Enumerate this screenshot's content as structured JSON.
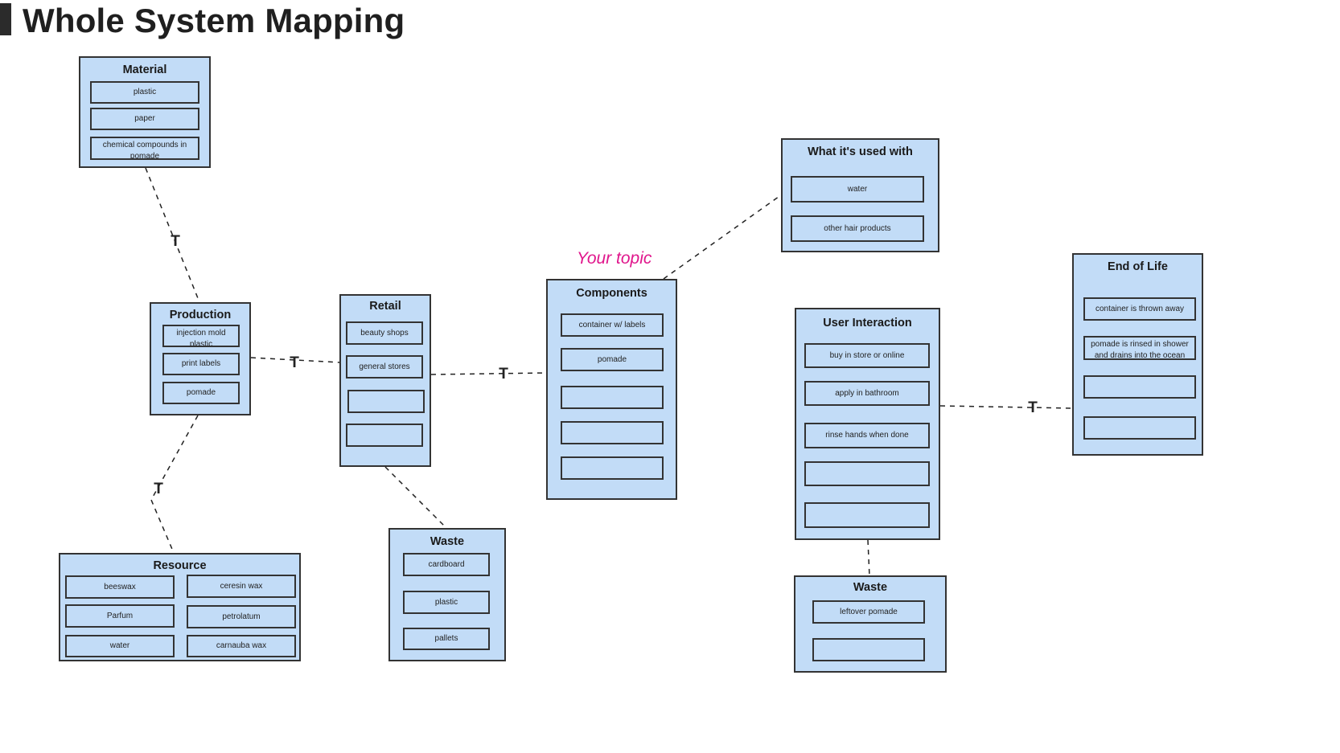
{
  "title": "Whole System Mapping",
  "topic_label": "Your topic",
  "connector_label": "T",
  "boxes": {
    "material": {
      "title": "Material",
      "items": [
        "plastic",
        "paper",
        "chemical compounds in pomade"
      ]
    },
    "production": {
      "title": "Production",
      "items": [
        "injection mold plastic",
        "print labels",
        "pomade"
      ]
    },
    "resource": {
      "title": "Resource",
      "items": [
        "beeswax",
        "ceresin wax",
        "Parfum",
        "petrolatum",
        "water",
        "carnauba wax"
      ]
    },
    "retail": {
      "title": "Retail",
      "items": [
        "beauty shops",
        "general stores",
        "",
        ""
      ]
    },
    "waste_retail": {
      "title": "Waste",
      "items": [
        "cardboard",
        "plastic",
        "pallets"
      ]
    },
    "components": {
      "title": "Components",
      "items": [
        "container w/ labels",
        "pomade",
        "",
        "",
        ""
      ]
    },
    "used_with": {
      "title": "What it's used with",
      "items": [
        "water",
        "other hair products"
      ]
    },
    "user_interaction": {
      "title": "User Interaction",
      "items": [
        "buy in store or online",
        "apply in bathroom",
        "rinse hands when done",
        "",
        ""
      ]
    },
    "waste_user": {
      "title": "Waste",
      "items": [
        "leftover pomade",
        ""
      ]
    },
    "end_of_life": {
      "title": "End of Life",
      "items": [
        "container is thrown away",
        "pomade is rinsed in shower and drains into the ocean",
        "",
        ""
      ]
    }
  },
  "colors": {
    "box_fill": "#c2dcf7",
    "border": "#333333",
    "topic": "#e0168c"
  }
}
